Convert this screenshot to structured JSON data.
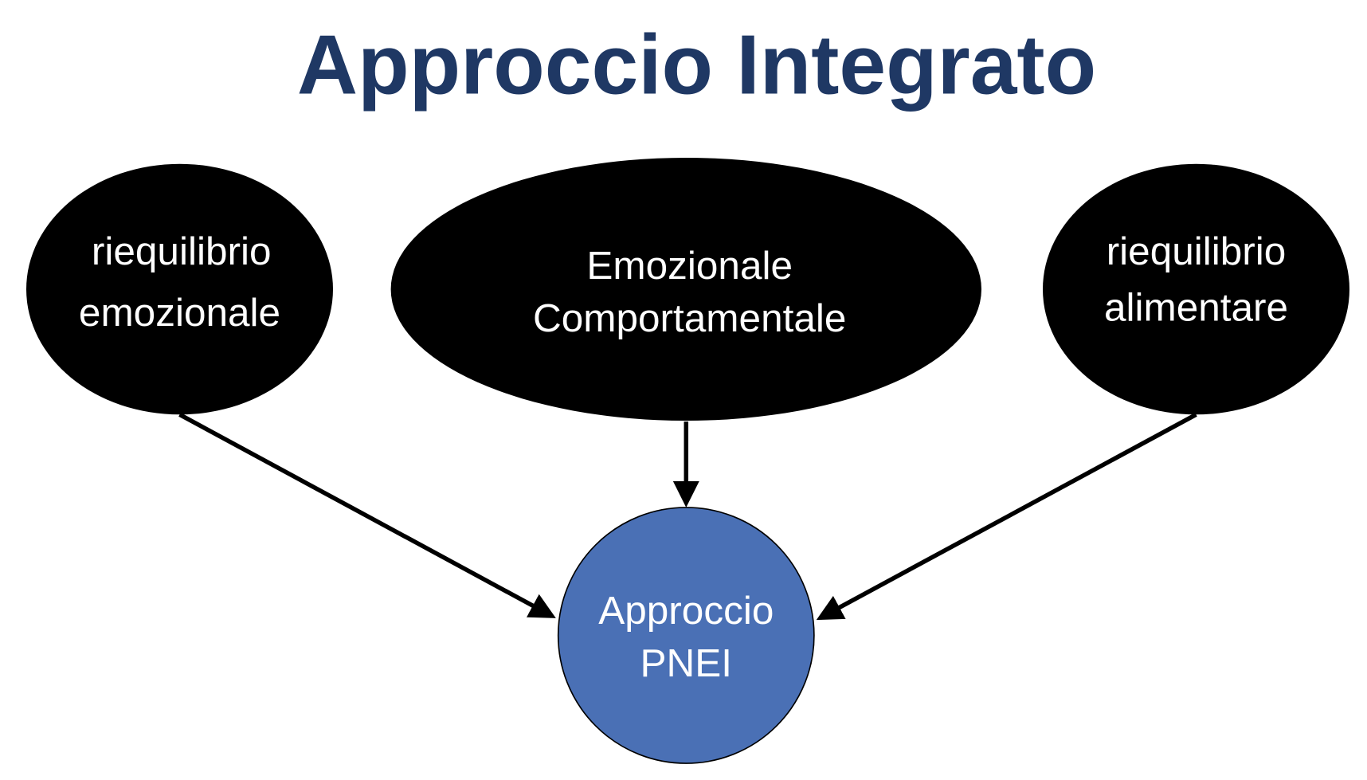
{
  "title": "Approccio Integrato",
  "colors": {
    "title": "#1f3864",
    "node": "#000000",
    "center": "#4a70b5"
  },
  "nodes": {
    "left": {
      "line1": "riequilibrio",
      "line2": "emozionale"
    },
    "middle": {
      "line1": "Emozionale",
      "line2": "Comportamentale"
    },
    "right": {
      "line1": "riequilibrio",
      "line2": "alimentare"
    },
    "center": {
      "line1": "Approccio",
      "line2": "PNEI"
    }
  }
}
